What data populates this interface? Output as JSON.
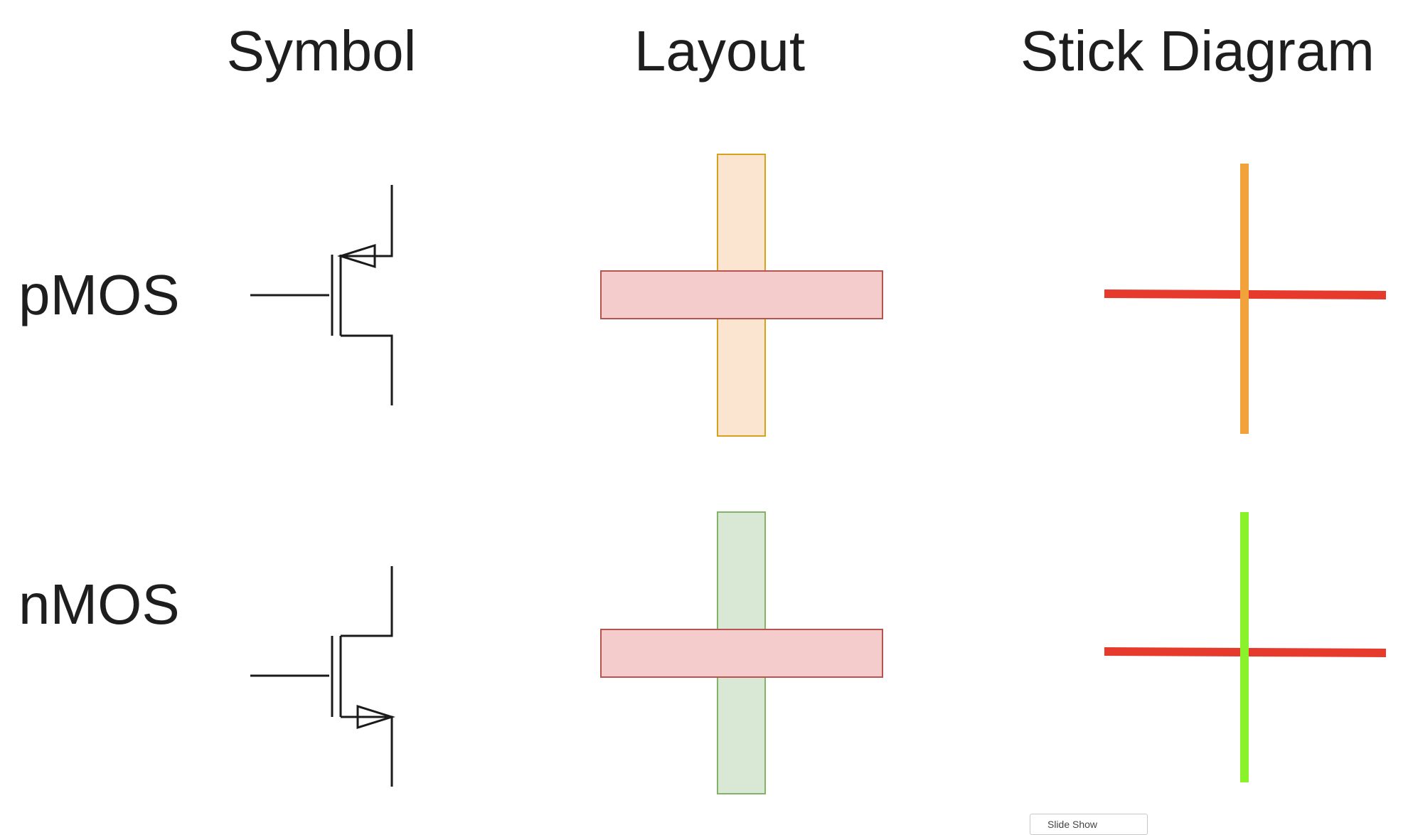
{
  "headers": {
    "symbol": "Symbol",
    "layout": "Layout",
    "stick": "Stick Diagram"
  },
  "rows": {
    "pmos": {
      "label": "pMOS"
    },
    "nmos": {
      "label": "nMOS"
    }
  },
  "colors": {
    "wire": "#1a1a1a",
    "poly_fill": "#f4cccc",
    "poly_stroke": "#b85450",
    "p_diffusion_fill": "#fbe5d0",
    "p_diffusion_stroke": "#d6a21e",
    "n_diffusion_fill": "#d9e8d5",
    "n_diffusion_stroke": "#82b366",
    "stick_poly": "#e53a2c",
    "stick_p_diffusion": "#f2a23a",
    "stick_n_diffusion": "#8af22b"
  },
  "footer_tab": {
    "label": "Slide Show"
  }
}
